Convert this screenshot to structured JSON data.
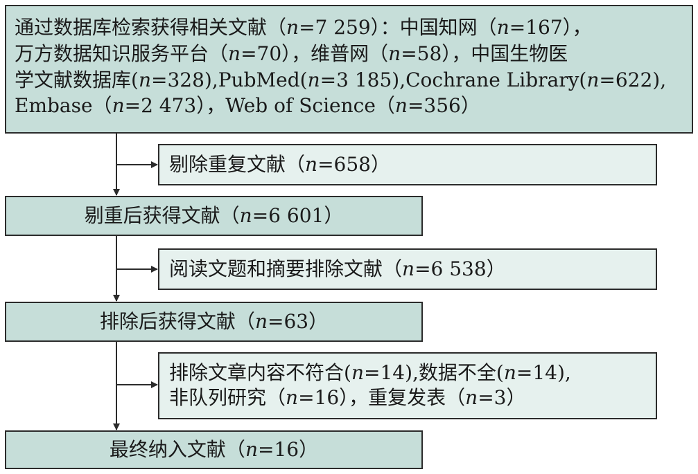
{
  "box1": {
    "lines": [
      "通过数据库检索获得相关文献（n=7 259）：中国知网（n=167），",
      "万方数据知识服务平台（n=70），维普网（n=58），中国生物医",
      "学文献数据库(n=328),PubMed(n=3 185),Cochrane Library(n=622),",
      "Embase（n=2 473），Web of Science（n=356）"
    ]
  },
  "excl1": {
    "text": "剔除重复文献（n=658）"
  },
  "box2": {
    "text": "剔重后获得文献（n=6 601）"
  },
  "excl2": {
    "text": "阅读文题和摘要排除文献（n=6 538）"
  },
  "box3": {
    "text": "排除后获得文献（n=63）"
  },
  "excl3": {
    "lines": [
      "排除文章内容不符合(n=14),数据不全(n=14),",
      "非队列研究（n=16），重复发表（n=3）"
    ]
  },
  "box4": {
    "text": "最终纳入文献（n=16）"
  },
  "colors": {
    "main_fill": "#c6ded9",
    "side_fill": "#e6f1ee",
    "stroke": "#2b2b2b"
  }
}
